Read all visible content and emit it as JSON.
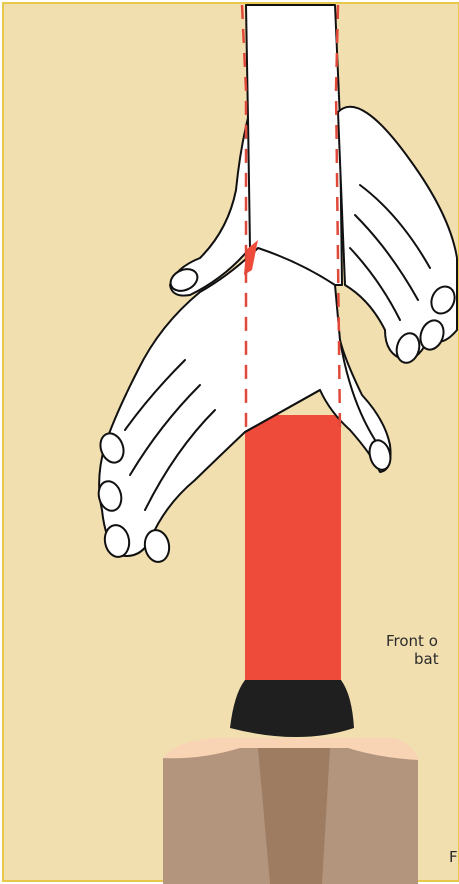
{
  "diagram": {
    "labels": {
      "front_line1": "Front o",
      "front_line2": "bat",
      "bottom_partial": "F"
    },
    "colors": {
      "background": "#f2dfb0",
      "border": "#e8c84a",
      "grip": "#ef4b3a",
      "collar": "#1f1f1f",
      "blade": "#b3957e",
      "blade_center": "#9d7c62",
      "shoulder": "#f8d3b4",
      "hand_fill": "#ffffff",
      "hand_outline": "#111111",
      "guide_dash": "#e0493a"
    }
  }
}
